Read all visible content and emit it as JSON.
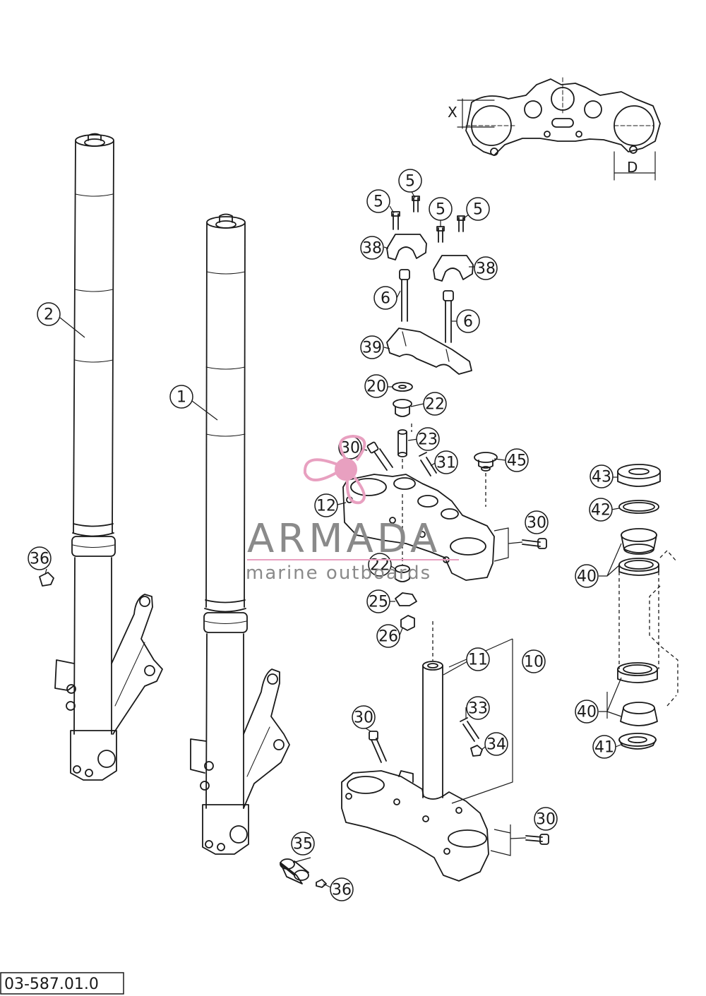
{
  "callouts": {
    "c2": "2",
    "c1": "1",
    "c36a": "36",
    "c36b": "36",
    "c35": "35",
    "c5a": "5",
    "c5b": "5",
    "c5c": "5",
    "c5d": "5",
    "c38a": "38",
    "c38b": "38",
    "c6a": "6",
    "c6b": "6",
    "c39": "39",
    "c20": "20",
    "c22a": "22",
    "c23": "23",
    "c30a": "30",
    "c31": "31",
    "c45": "45",
    "c12": "12",
    "c30b": "30",
    "c22b": "22",
    "c25": "25",
    "c26": "26",
    "c11": "11",
    "c10": "10",
    "c30c": "30",
    "c33": "33",
    "c34": "34",
    "c30d": "30",
    "c43": "43",
    "c42": "42",
    "c40a": "40",
    "c40b": "40",
    "c41": "41"
  },
  "dimensions": {
    "x_label": "X",
    "d_label": "D"
  },
  "watermark": {
    "brand": "ARMADA",
    "tagline": "marine outboards",
    "logo_color": "#e8a0c0"
  },
  "document_number": "03-587.01.0"
}
